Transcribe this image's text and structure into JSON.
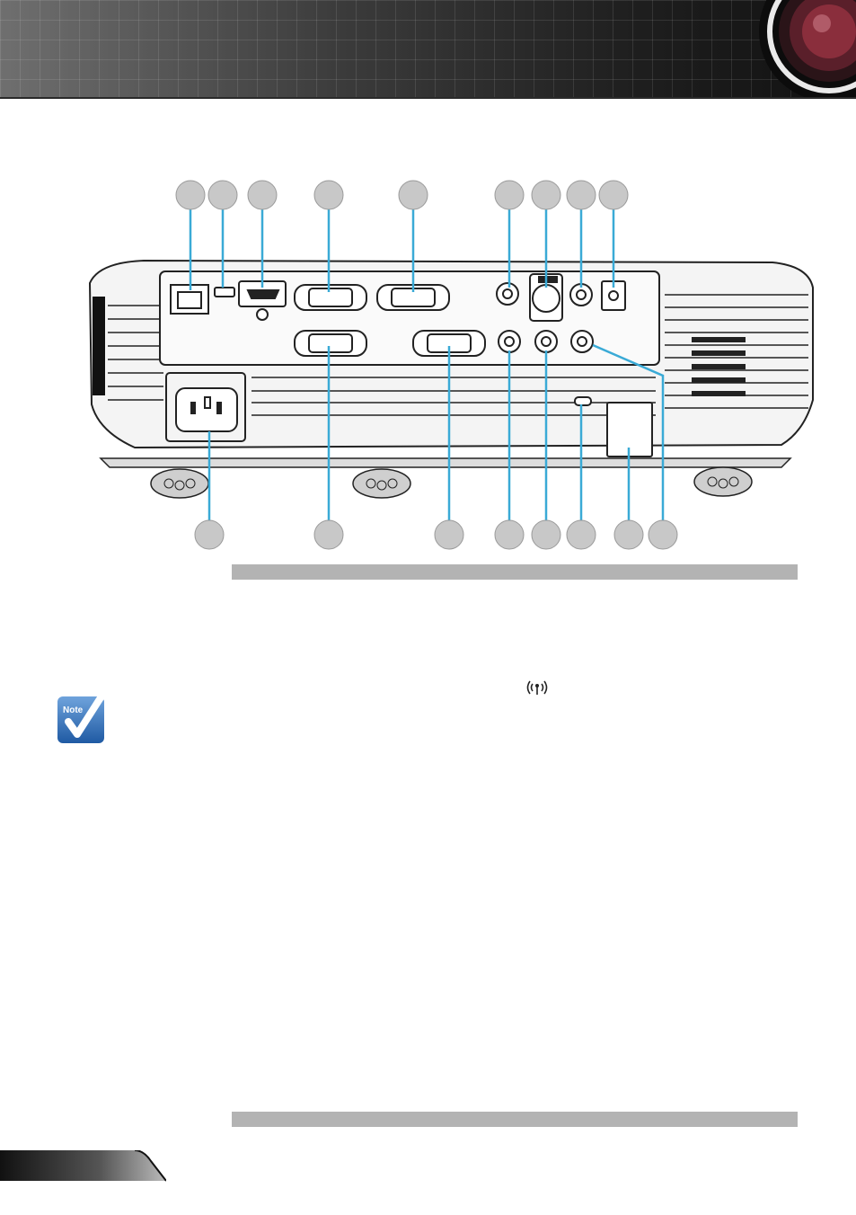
{
  "header": {
    "icons": [
      "projector-lens-icon"
    ]
  },
  "connection_diagram": {
    "top_callout_count": 9,
    "bottom_callout_count": 8,
    "ports_top_row": [
      "lan-rj45-port",
      "mini-usb-port",
      "hdmi-port",
      "vga-in-port",
      "vga-out-port",
      "video-rca-port",
      "s-video-port",
      "audio-in-port",
      "dc-12v-out-port"
    ],
    "ports_bottom_row": [
      "power-socket",
      "vga2-in-port",
      "rs232-port",
      "audio-l-port",
      "audio-r-port",
      "kensington-lock",
      "ir-receiver",
      "audio-out-port"
    ]
  },
  "note": {
    "badge_label": "Note",
    "icon": "wireless-signal-icon"
  },
  "colors": {
    "callout_fill": "#c8c8c8",
    "callout_line": "#3aaad6",
    "note_blue": "#2d6cb4",
    "section_bar": "#b3b3b3"
  }
}
